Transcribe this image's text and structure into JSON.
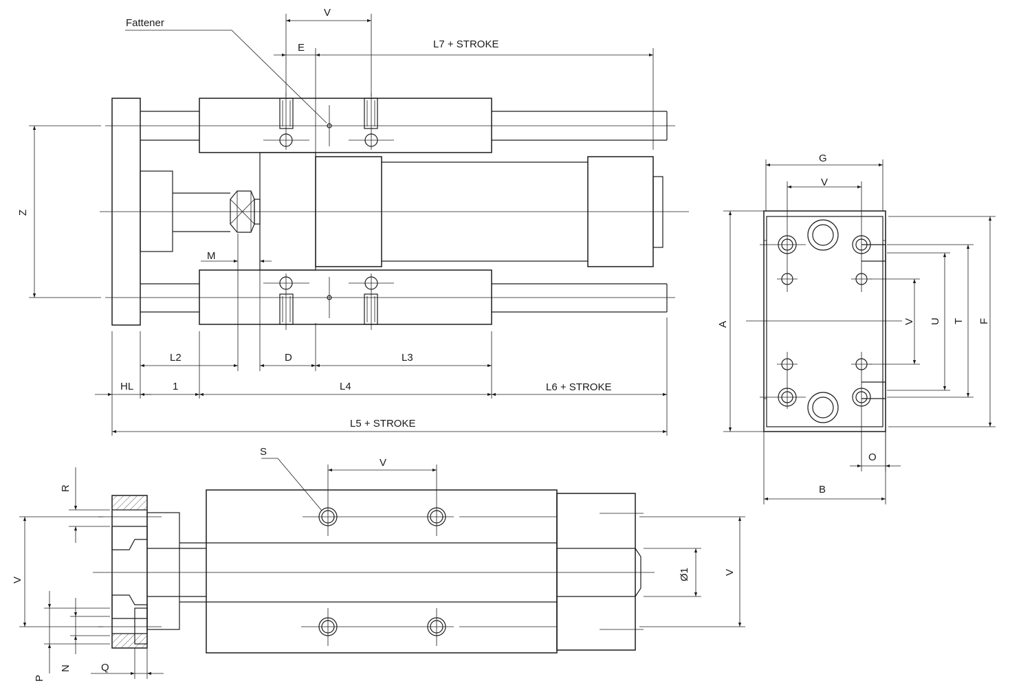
{
  "labels": {
    "fattener": "Fattener",
    "v": "V",
    "e": "E",
    "l7_stroke": "L7 + STROKE",
    "z": "Z",
    "m": "M",
    "l2": "L2",
    "d": "D",
    "l3": "L3",
    "hl": "HL",
    "one": "1",
    "l4": "L4",
    "l6_stroke": "L6 + STROKE",
    "l5_stroke": "L5 + STROKE",
    "g": "G",
    "a": "A",
    "u": "U",
    "t": "T",
    "f": "F",
    "o": "O",
    "b": "B",
    "s": "S",
    "r": "R",
    "d1": "Ø1",
    "p": "P",
    "n": "N",
    "q": "Q"
  }
}
